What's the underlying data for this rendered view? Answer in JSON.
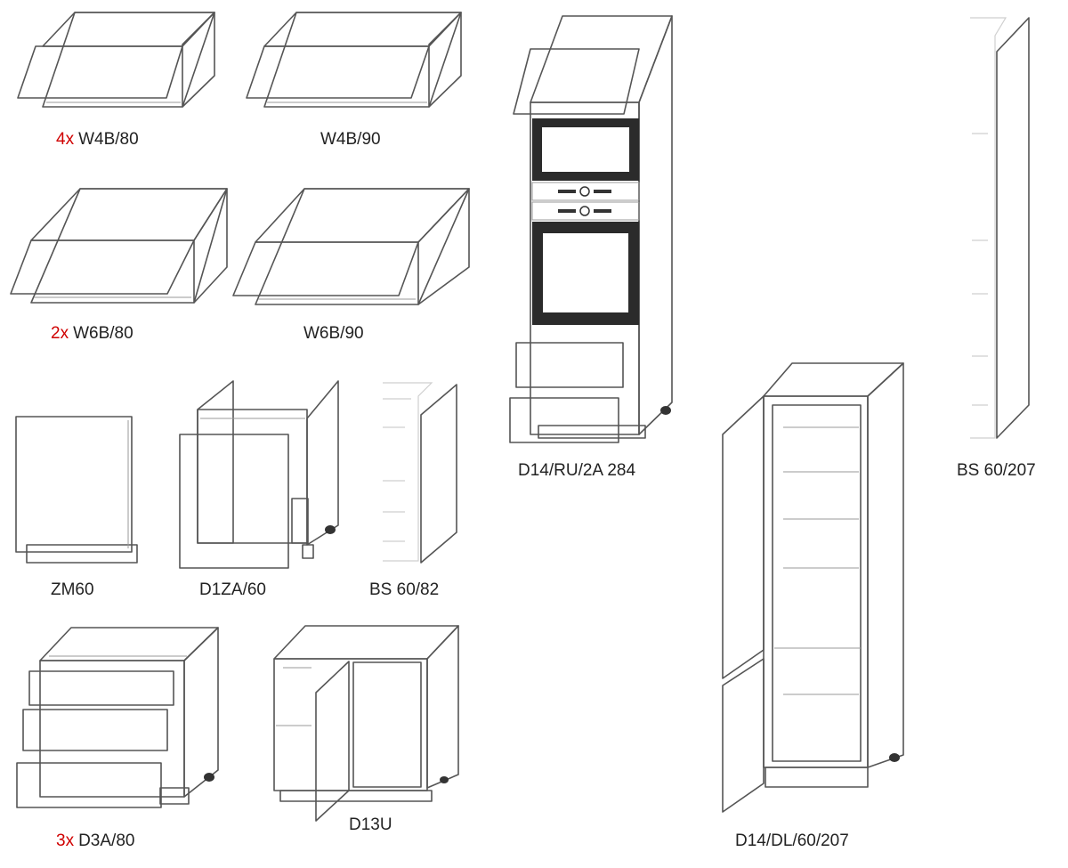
{
  "colors": {
    "background": "#ffffff",
    "outline": "#555555",
    "shade_light": "#e9e9e9",
    "shade_mid": "#cfcfcf",
    "quantity_text": "#d00000",
    "label_text": "#222222",
    "oven_dark": "#2b2b2b",
    "oven_panel": "#bdbdbd"
  },
  "cabinets": [
    {
      "id": "w4b80",
      "quantity": "4x",
      "code": "W4B/80"
    },
    {
      "id": "w4b90",
      "quantity": "",
      "code": "W4B/90"
    },
    {
      "id": "w6b80",
      "quantity": "2x",
      "code": "W6B/80"
    },
    {
      "id": "w6b90",
      "quantity": "",
      "code": "W6B/90"
    },
    {
      "id": "zm60",
      "quantity": "",
      "code": "ZM60"
    },
    {
      "id": "d1za60",
      "quantity": "",
      "code": "D1ZA/60"
    },
    {
      "id": "bs6082",
      "quantity": "",
      "code": "BS 60/82"
    },
    {
      "id": "d3a80",
      "quantity": "3x",
      "code": "D3A/80"
    },
    {
      "id": "d13u",
      "quantity": "",
      "code": "D13U"
    },
    {
      "id": "d14ru",
      "quantity": "",
      "code": "D14/RU/2A 284"
    },
    {
      "id": "d14dl",
      "quantity": "",
      "code": "D14/DL/60/207"
    },
    {
      "id": "bs60207",
      "quantity": "",
      "code": "BS 60/207"
    }
  ]
}
